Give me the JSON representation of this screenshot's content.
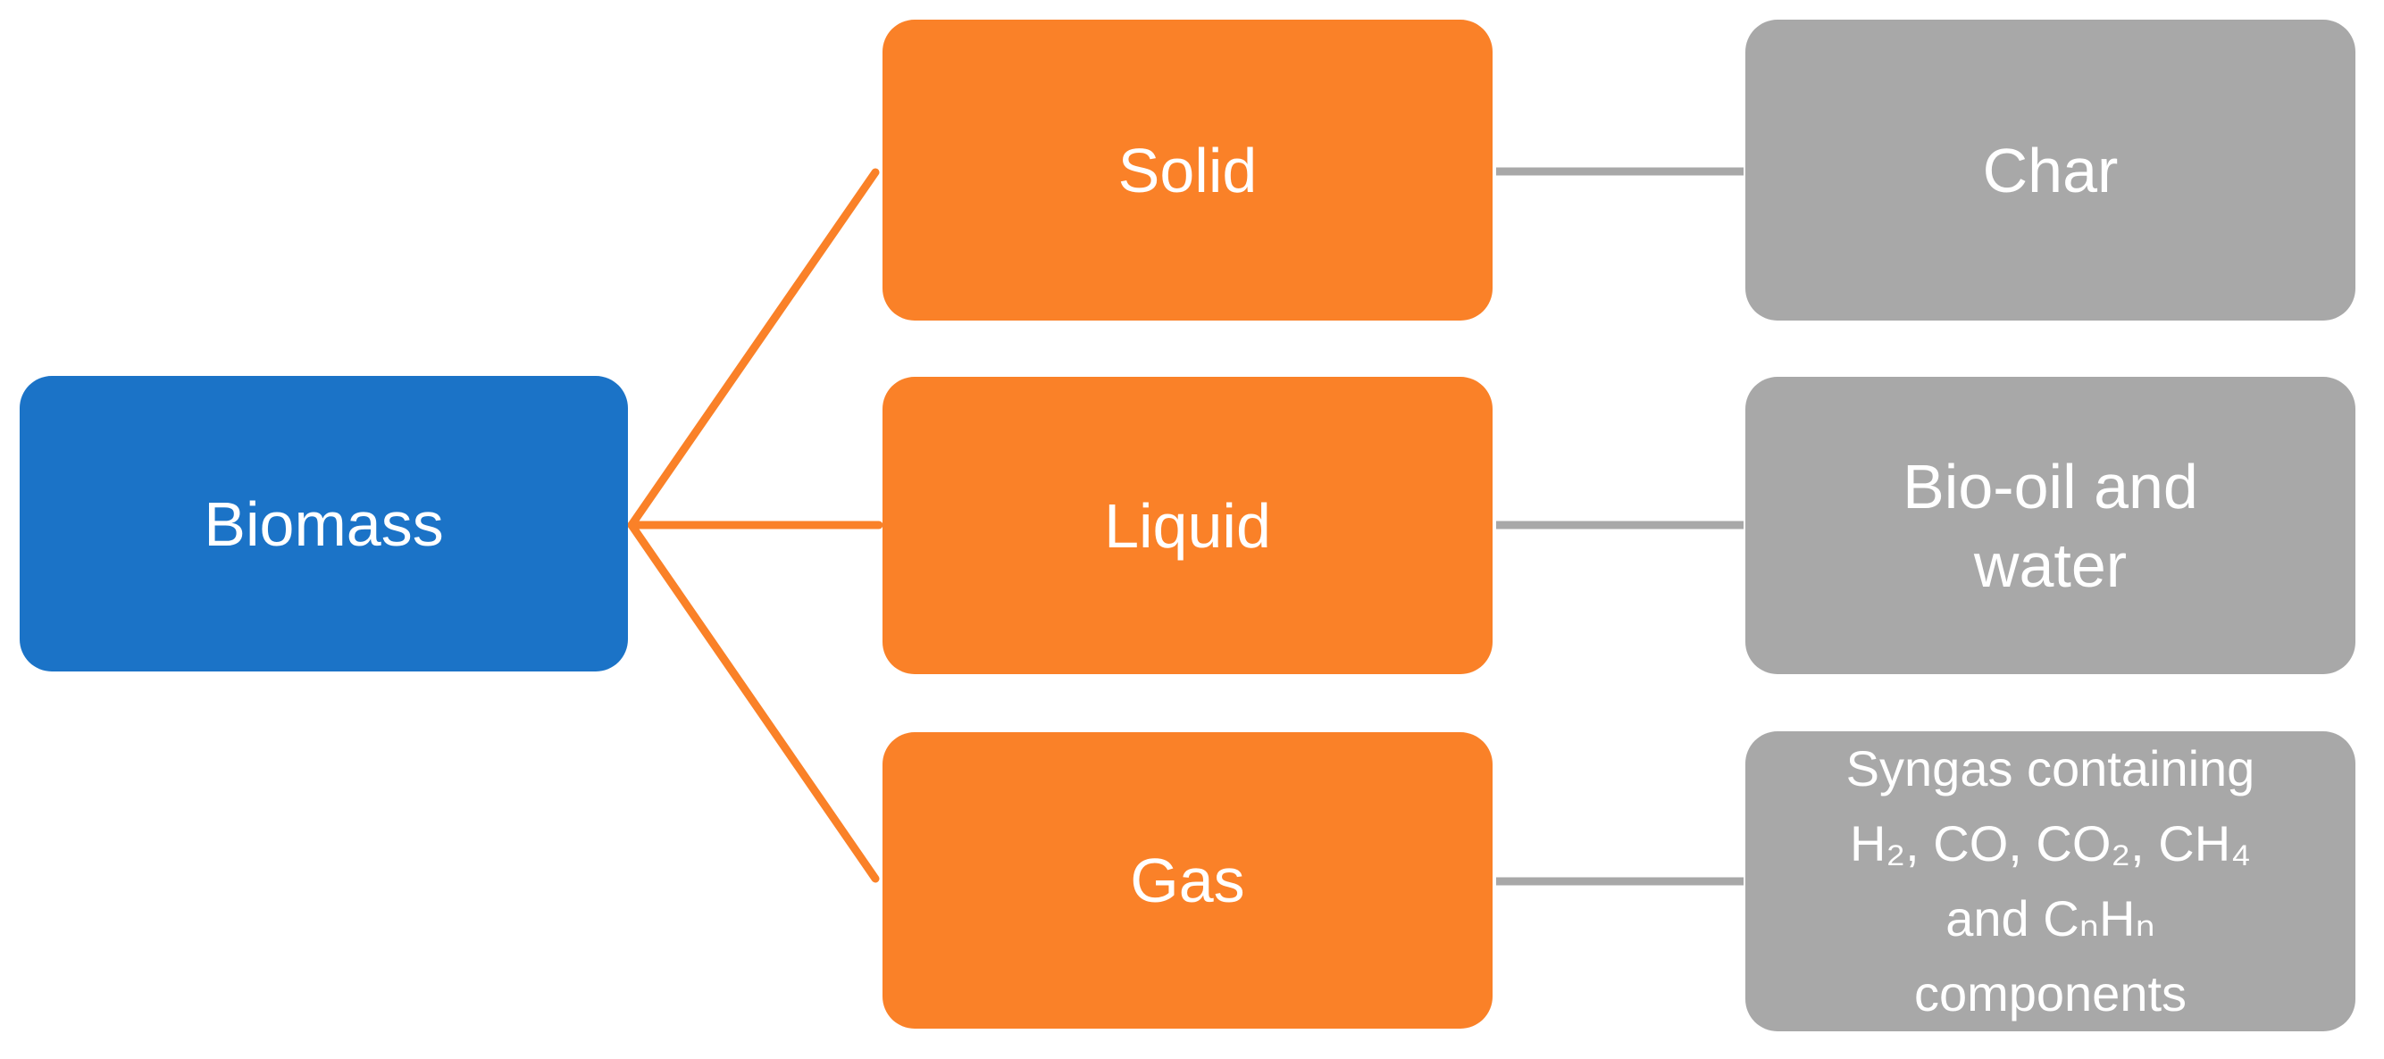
{
  "diagram": {
    "title": "Biomass conversion products diagram",
    "colors": {
      "background": "#ffffff",
      "source_node": "#1b73c7",
      "phase_node": "#fa8128",
      "product_node": "#a8a8a8",
      "connector_orange": "#fa8128",
      "connector_gray": "#a8a8a8",
      "label_text": "#ffffff"
    },
    "nodes": {
      "biomass": {
        "label": "Biomass"
      },
      "solid": {
        "label": "Solid"
      },
      "liquid": {
        "label": "Liquid"
      },
      "gas": {
        "label": "Gas"
      },
      "char": {
        "label": "Char"
      },
      "bio_oil": {
        "lines": [
          "Bio-oil and",
          "water"
        ]
      },
      "syngas": {
        "lines": [
          "Syngas containing",
          "H₂, CO, CO₂, CH₄",
          "and CₙHₙ",
          "components"
        ]
      }
    },
    "edges": [
      {
        "from": "Biomass",
        "to": "Solid"
      },
      {
        "from": "Biomass",
        "to": "Liquid"
      },
      {
        "from": "Biomass",
        "to": "Gas"
      },
      {
        "from": "Solid",
        "to": "Char"
      },
      {
        "from": "Liquid",
        "to": "Bio-oil and water"
      },
      {
        "from": "Gas",
        "to": "Syngas"
      }
    ]
  }
}
